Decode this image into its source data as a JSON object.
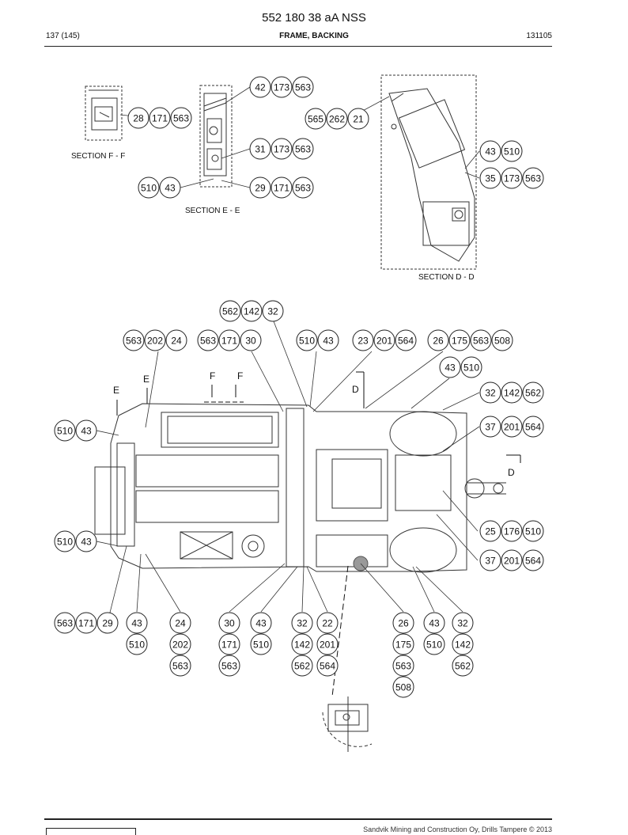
{
  "header": {
    "title": "552 180 38 aA NSS",
    "page": "137 (145)",
    "section": "FRAME, BACKING",
    "code": "131105"
  },
  "sections": {
    "ff": "SECTION F - F",
    "ee": "SECTION E - E",
    "dd": "SECTION D - D"
  },
  "cut_markers": [
    "E",
    "E",
    "F",
    "F",
    "D",
    "D"
  ],
  "callouts": {
    "f_group": [
      "28",
      "171",
      "563"
    ],
    "e_top": [
      "42",
      "173",
      "563"
    ],
    "e_mid": [
      "31",
      "173",
      "563"
    ],
    "e_left": [
      "510",
      "43"
    ],
    "e_bottom": [
      "29",
      "171",
      "563"
    ],
    "d_top": [
      "565",
      "262",
      "21"
    ],
    "d_right1": [
      "43",
      "510"
    ],
    "d_right2": [
      "35",
      "173",
      "563"
    ],
    "m_top1": [
      "562",
      "142",
      "32"
    ],
    "m_top2": [
      "563",
      "202",
      "24"
    ],
    "m_top3": [
      "563",
      "171",
      "30"
    ],
    "m_top4": [
      "510",
      "43"
    ],
    "m_top5": [
      "23",
      "201",
      "564"
    ],
    "m_top6": [
      "26",
      "175",
      "563",
      "508"
    ],
    "m_r1": [
      "43",
      "510"
    ],
    "m_r2": [
      "32",
      "142",
      "562"
    ],
    "m_r3": [
      "37",
      "201",
      "564"
    ],
    "m_r4": [
      "25",
      "176",
      "510"
    ],
    "m_r5": [
      "37",
      "201",
      "564"
    ],
    "m_l1": [
      "510",
      "43"
    ],
    "m_l2": [
      "510",
      "43"
    ],
    "b_row1": [
      "563",
      "171",
      "29"
    ],
    "b_col1": [
      "43",
      "510"
    ],
    "b_col2": [
      "24",
      "202",
      "563"
    ],
    "b_col3": [
      "30",
      "171",
      "563"
    ],
    "b_col4": [
      "43",
      "510"
    ],
    "b_col5": [
      "32",
      "142",
      "562"
    ],
    "b_col6": [
      "22",
      "201",
      "564"
    ],
    "b_col7": [
      "26",
      "175",
      "563",
      "508"
    ],
    "b_col8": [
      "43",
      "510"
    ],
    "b_col9": [
      "32",
      "142",
      "562"
    ]
  },
  "footer": {
    "copyright": "Sandvik Mining and Construction Oy, Drills Tampere © 2013"
  }
}
